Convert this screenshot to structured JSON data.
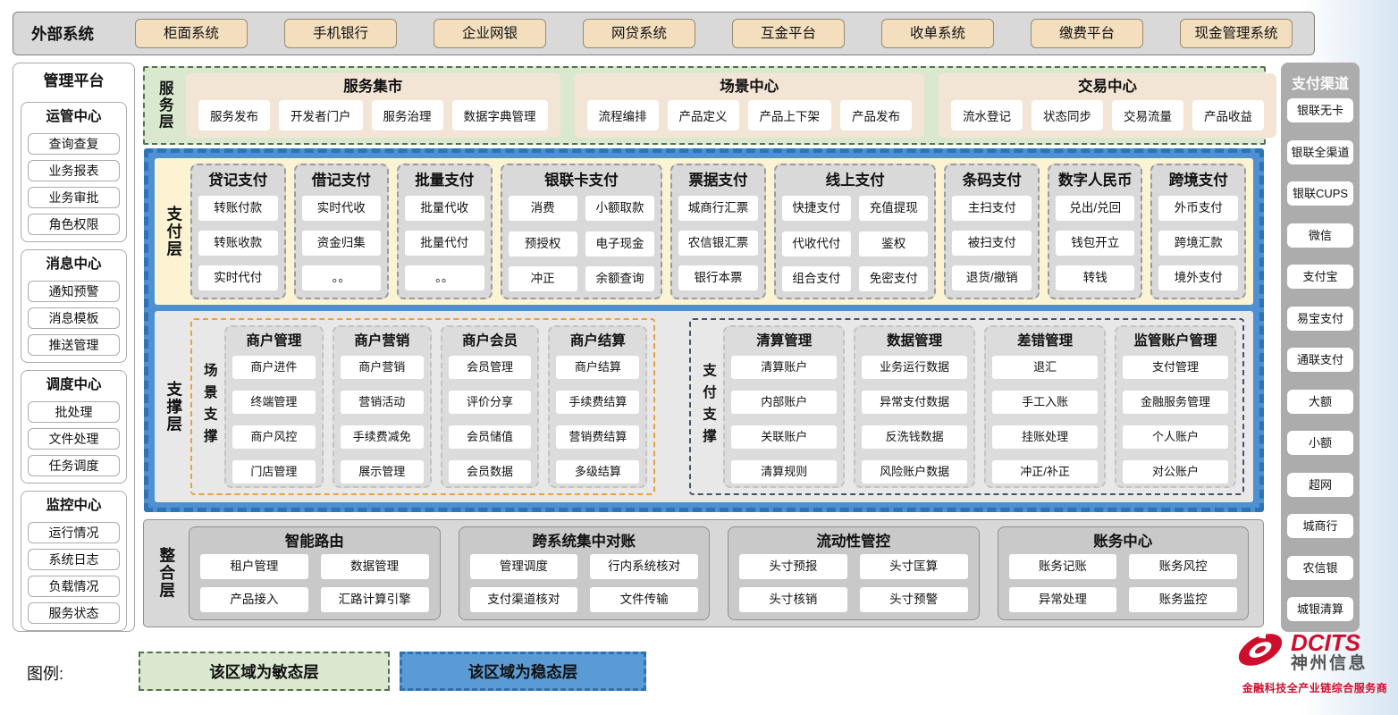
{
  "external": {
    "label": "外部系统",
    "systems": [
      "柜面系统",
      "手机银行",
      "企业网银",
      "网贷系统",
      "互金平台",
      "收单系统",
      "缴费平台",
      "现金管理系统"
    ]
  },
  "management": {
    "title": "管理平台",
    "groups": [
      {
        "title": "运管中心",
        "items": [
          "查询查复",
          "业务报表",
          "业务审批",
          "角色权限"
        ]
      },
      {
        "title": "消息中心",
        "items": [
          "通知预警",
          "消息模板",
          "推送管理"
        ]
      },
      {
        "title": "调度中心",
        "items": [
          "批处理",
          "文件处理",
          "任务调度"
        ]
      },
      {
        "title": "监控中心",
        "items": [
          "运行情况",
          "系统日志",
          "负载情况",
          "服务状态"
        ]
      }
    ]
  },
  "service_layer": {
    "label": "服务层",
    "panels": [
      {
        "title": "服务集市",
        "items": [
          "服务发布",
          "开发者门户",
          "服务治理",
          "数据字典管理"
        ]
      },
      {
        "title": "场景中心",
        "items": [
          "流程编排",
          "产品定义",
          "产品上下架",
          "产品发布"
        ]
      },
      {
        "title": "交易中心",
        "items": [
          "流水登记",
          "状态同步",
          "交易流量",
          "产品收益"
        ]
      }
    ]
  },
  "payment_layer": {
    "label": "支付层",
    "columns": [
      {
        "title": "贷记支付",
        "items": [
          "转账付款",
          "转账收款",
          "实时代付"
        ]
      },
      {
        "title": "借记支付",
        "items": [
          "实时代收",
          "资金归集",
          "。。"
        ]
      },
      {
        "title": "批量支付",
        "items": [
          "批量代收",
          "批量代付",
          "。。"
        ]
      },
      {
        "title": "银联卡支付",
        "items": [
          "消费",
          "小额取款",
          "预授权",
          "电子现金",
          "冲正",
          "余额查询"
        ]
      },
      {
        "title": "票据支付",
        "items": [
          "城商行汇票",
          "农信银汇票",
          "银行本票"
        ]
      },
      {
        "title": "线上支付",
        "items": [
          "快捷支付",
          "充值提现",
          "代收代付",
          "鉴权",
          "组合支付",
          "免密支付"
        ]
      },
      {
        "title": "条码支付",
        "items": [
          "主扫支付",
          "被扫支付",
          "退货/撤销"
        ]
      },
      {
        "title": "数字人民币",
        "items": [
          "兑出/兑回",
          "钱包开立",
          "转钱"
        ]
      },
      {
        "title": "跨境支付",
        "items": [
          "外币支付",
          "跨境汇款",
          "境外支付"
        ]
      }
    ]
  },
  "support_layer": {
    "label": "支撑层",
    "sections": [
      {
        "label": "场景支撑",
        "columns": [
          {
            "title": "商户管理",
            "items": [
              "商户进件",
              "终端管理",
              "商户风控",
              "门店管理"
            ]
          },
          {
            "title": "商户营销",
            "items": [
              "商户营销",
              "营销活动",
              "手续费减免",
              "展示管理"
            ]
          },
          {
            "title": "商户会员",
            "items": [
              "会员管理",
              "评价分享",
              "会员储值",
              "会员数据"
            ]
          },
          {
            "title": "商户结算",
            "items": [
              "商户结算",
              "手续费结算",
              "营销费结算",
              "多级结算"
            ]
          }
        ]
      },
      {
        "label": "支付支撑",
        "columns": [
          {
            "title": "清算管理",
            "items": [
              "清算账户",
              "内部账户",
              "关联账户",
              "清算规则"
            ]
          },
          {
            "title": "数据管理",
            "items": [
              "业务运行数据",
              "异常支付数据",
              "反洗钱数据",
              "风险账户数据"
            ]
          },
          {
            "title": "差错管理",
            "items": [
              "退汇",
              "手工入账",
              "挂账处理",
              "冲正/补正"
            ]
          },
          {
            "title": "监管账户管理",
            "items": [
              "支付管理",
              "金融服务管理",
              "个人账户",
              "对公账户"
            ]
          }
        ]
      }
    ]
  },
  "integration_layer": {
    "label": "整合层",
    "panels": [
      {
        "title": "智能路由",
        "items": [
          "租户管理",
          "数据管理",
          "产品接入",
          "汇路计算引擎"
        ]
      },
      {
        "title": "跨系统集中对账",
        "items": [
          "管理调度",
          "行内系统核对",
          "支付渠道核对",
          "文件传输"
        ]
      },
      {
        "title": "流动性管控",
        "items": [
          "头寸预报",
          "头寸匡算",
          "头寸核销",
          "头寸预警"
        ]
      },
      {
        "title": "账务中心",
        "items": [
          "账务记账",
          "账务风控",
          "异常处理",
          "账务监控"
        ]
      }
    ]
  },
  "channels": {
    "title": "支付渠道",
    "items": [
      "银联无卡",
      "银联全渠道",
      "银联CUPS",
      "微信",
      "支付宝",
      "易宝支付",
      "通联支付",
      "大额",
      "小额",
      "超网",
      "城商行",
      "农信银",
      "城银清算"
    ]
  },
  "legend": {
    "label": "图例:",
    "agile": "该区域为敏态层",
    "stable": "该区域为稳态层"
  },
  "logo": {
    "brand": "DCITS",
    "name": "神州信息",
    "tagline": "金融科技全产业链综合服务商"
  },
  "colors": {
    "agile_green": "#D9E8CE",
    "stable_blue": "#5B9BD5",
    "stable_blue_border": "#2E74B5",
    "payment_cream": "#FCF3D3",
    "external_cream": "#F3DEBE",
    "panel_gray": "#D9D9D9",
    "scene_orange": "#E8A13C",
    "pay_support_navy": "#44546A",
    "brand_red": "#CE0E2D"
  }
}
